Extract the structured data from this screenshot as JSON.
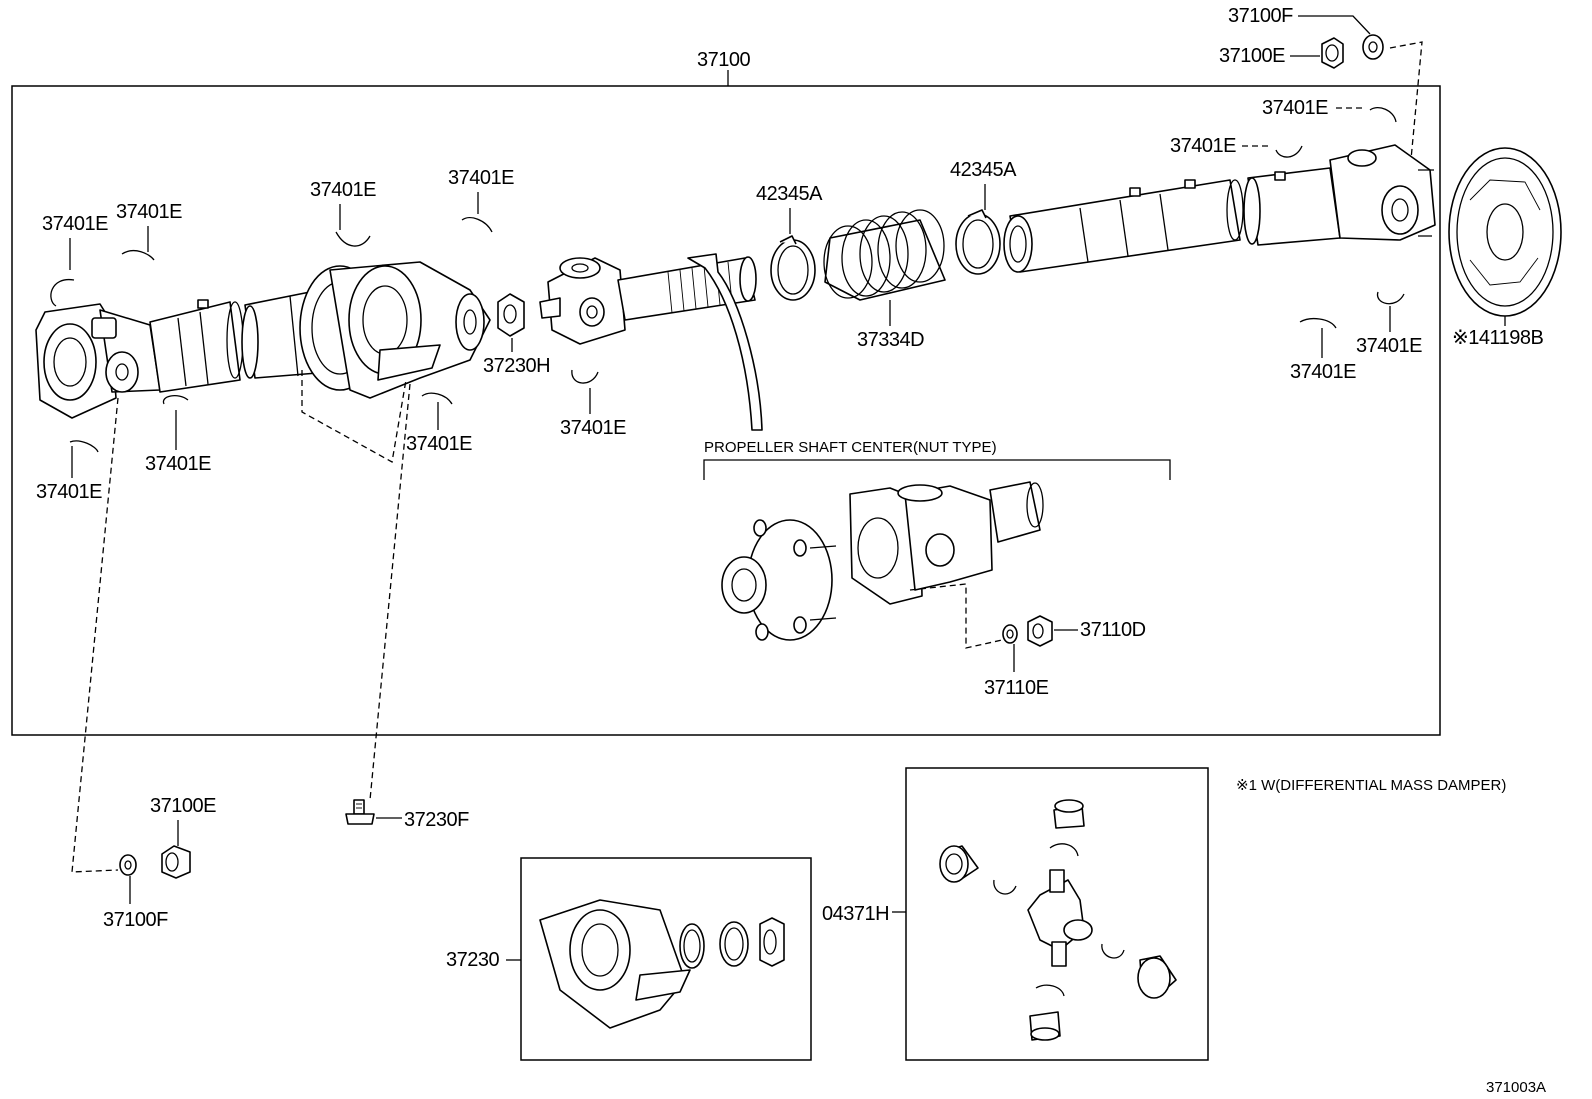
{
  "diagram_id": "371003A",
  "assembly_label": "37100",
  "labels": {
    "p37100F_top": "37100F",
    "p37100E_top": "37100E",
    "r37401E_a": "37401E",
    "r37401E_b": "37401E",
    "l37401E_a": "37401E",
    "l37401E_b": "37401E",
    "m37401E_a": "37401E",
    "m37401E_b": "37401E",
    "m42345A_a": "42345A",
    "m42345A_b": "42345A",
    "l37401E_c": "37401E",
    "l37401E_d": "37401E",
    "m37401E_c": "37401E",
    "m37401E_d": "37401E",
    "p37230H": "37230H",
    "p37334D": "37334D",
    "r37401E_c": "37401E",
    "r37401E_d": "37401E",
    "p141198B": "※141198B",
    "p37110D": "37110D",
    "p37110E": "37110E",
    "p37100E_bot": "37100E",
    "p37100F_bot": "37100F",
    "p37230F": "37230F",
    "p37230": "37230",
    "p04371H": "04371H"
  },
  "inset_caption": "PROPELLER SHAFT CENTER(NUT TYPE)",
  "footnote": "※1 W(DIFFERENTIAL MASS DAMPER)"
}
